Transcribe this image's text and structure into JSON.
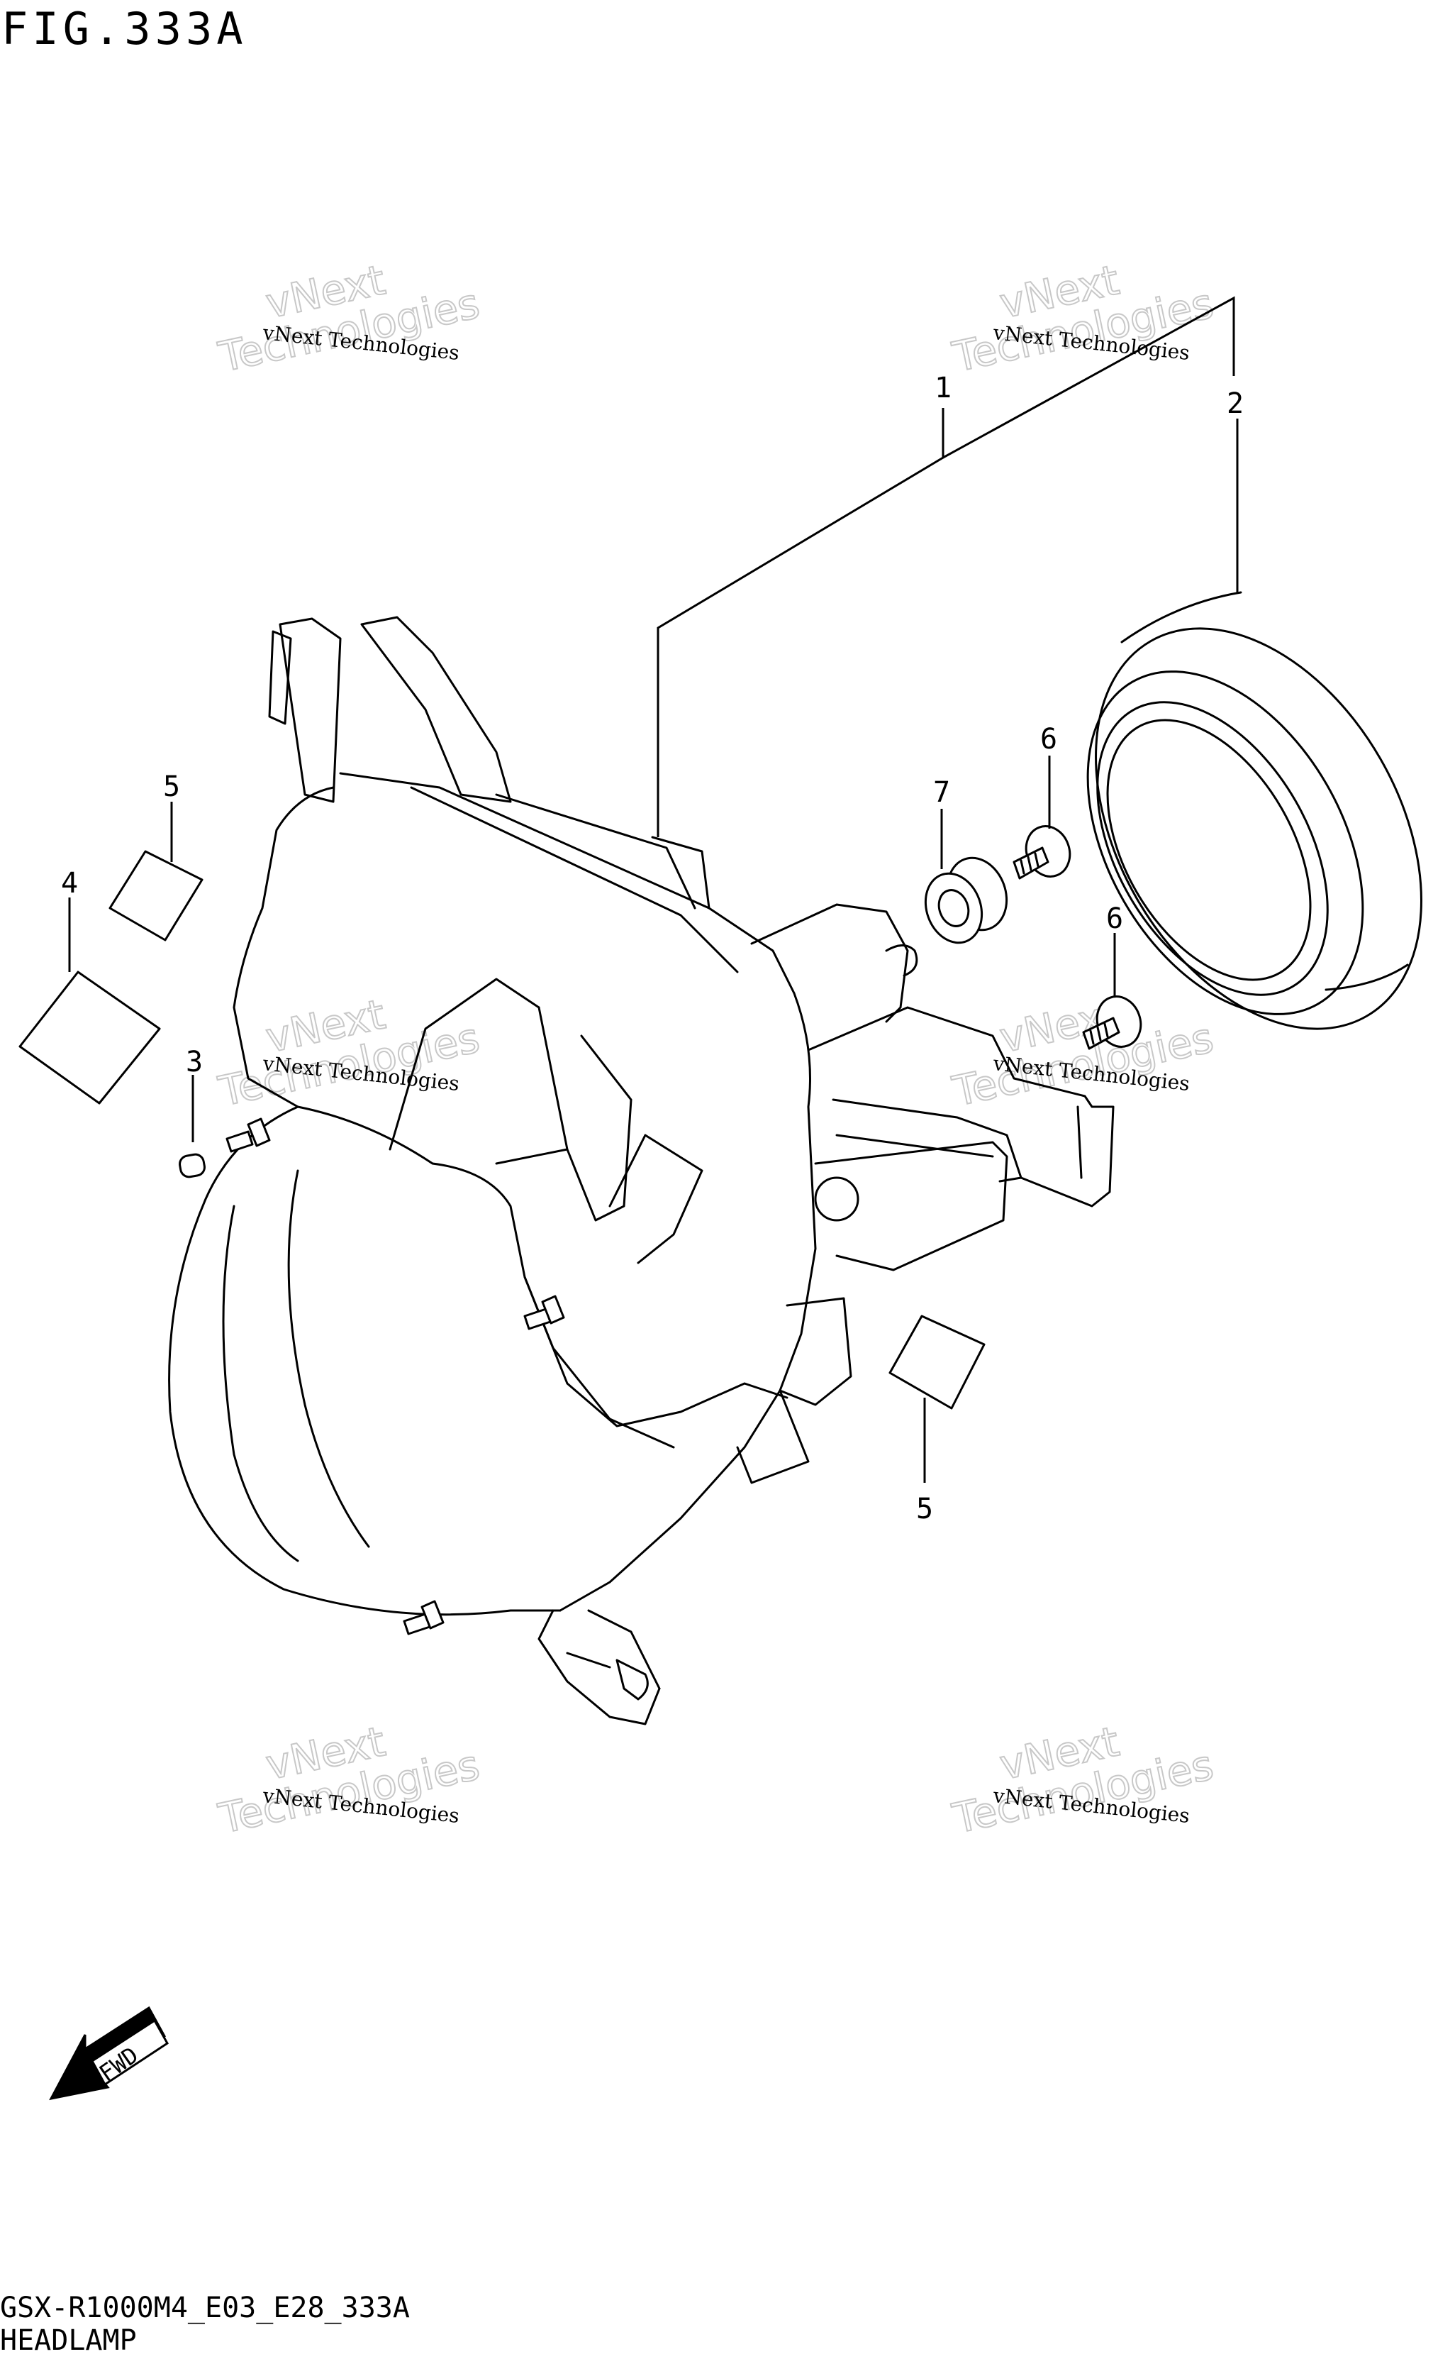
{
  "figure": {
    "title": "FIG.333A",
    "code": "GSX-R1000M4_E03_E28_333A",
    "name": "HEADLAMP"
  },
  "callouts": [
    {
      "id": "1",
      "label": "1"
    },
    {
      "id": "2",
      "label": "2"
    },
    {
      "id": "3",
      "label": "3"
    },
    {
      "id": "4",
      "label": "4"
    },
    {
      "id": "5a",
      "label": "5"
    },
    {
      "id": "5b",
      "label": "5"
    },
    {
      "id": "6a",
      "label": "6"
    },
    {
      "id": "6b",
      "label": "6"
    },
    {
      "id": "7",
      "label": "7"
    }
  ],
  "fwd_label": "FWD",
  "watermark": {
    "line1": "vNext Technologies",
    "line2a": "vNext",
    "line2b": "Technologies"
  },
  "icons": [
    "fwd-arrow-icon"
  ]
}
